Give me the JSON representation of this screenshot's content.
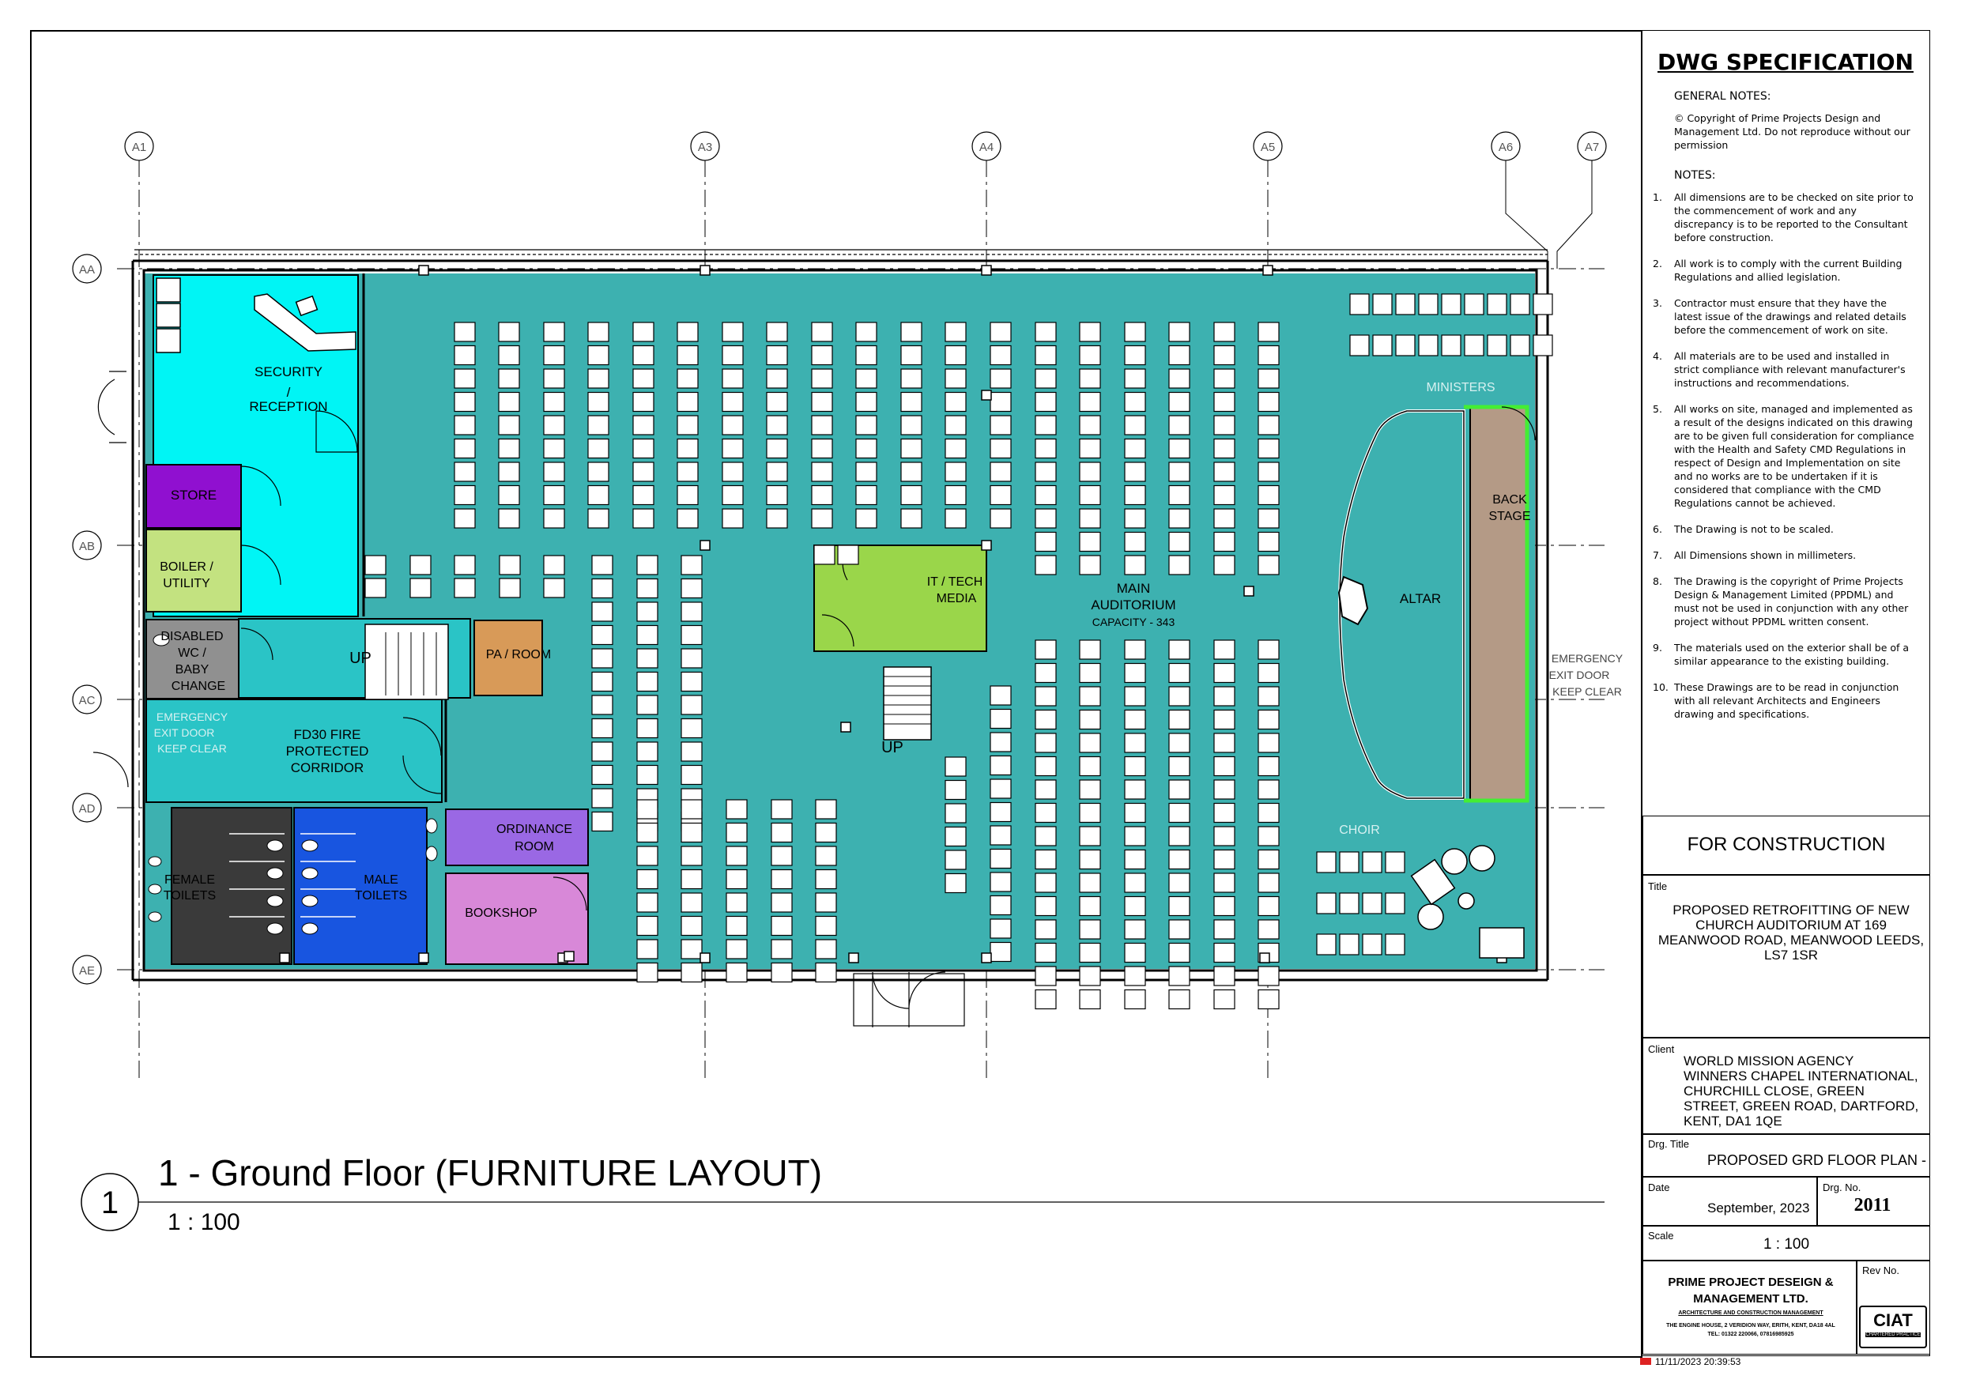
{
  "colors": {
    "auditorium": "#3db1b0",
    "reception": "#00f5f5",
    "store": "#9010d0",
    "boiler": "#c3e280",
    "disabled_wc": "#909090",
    "pa_room": "#d89a58",
    "corridor": "#2ac4c6",
    "female_toilets": "#3a3a3a",
    "male_toilets": "#1855e0",
    "ordinance": "#9a68e4",
    "bookshop": "#d888d8",
    "tech_media": "#9ad64a",
    "back_stage": "#b49a86",
    "highlight_green": "#44ee33"
  },
  "gridlines": {
    "vertical": [
      "A1",
      "A3",
      "A4",
      "A5",
      "A6",
      "A7"
    ],
    "horizontal": [
      "AA",
      "AB",
      "AC",
      "AD",
      "AE"
    ]
  },
  "rooms": {
    "security": "SECURITY",
    "slash": "/",
    "reception": "RECEPTION",
    "store": "STORE",
    "boiler_1": "BOILER /",
    "boiler_2": "UTILITY",
    "disabled_1": "DISABLED",
    "disabled_2": "WC /",
    "disabled_3": "BABY",
    "disabled_4": "CHANGE",
    "pa_room": "PA / ROOM",
    "fd30_1": "FD30 FIRE",
    "fd30_2": "PROTECTED",
    "fd30_3": "CORRIDOR",
    "female_1": "FEMALE",
    "female_2": "TOILETS",
    "male_1": "MALE",
    "male_2": "TOILETS",
    "ordinance_1": "ORDINANCE",
    "ordinance_2": "ROOM",
    "bookshop": "BOOKSHOP",
    "tech_1": "IT / TECH",
    "tech_2": "MEDIA",
    "main_1": "MAIN",
    "main_2": "AUDITORIUM",
    "capacity": "CAPACITY - 343",
    "altar": "ALTAR",
    "back_1": "BACK",
    "back_2": "STAGE",
    "ministers": "MINISTERS",
    "choir": "CHOIR",
    "emergency_left_1": "EMERGENCY",
    "emergency_left_2": "EXIT DOOR",
    "emergency_left_3": "KEEP CLEAR",
    "emergency_right_1": "EMERGENCY",
    "emergency_right_2": "EXIT DOOR",
    "emergency_right_3": "KEEP CLEAR",
    "up_1": "UP",
    "up_2": "UP"
  },
  "drawing": {
    "view_number": "1",
    "view_title": "1 - Ground Floor (FURNITURE LAYOUT)",
    "view_scale": "1 : 100"
  },
  "spec": {
    "title": "DWG SPECIFICATION",
    "general_heading": "GENERAL NOTES:",
    "general_text": "© Copyright of Prime Projects Design and Management Ltd. Do not reproduce without our permission",
    "notes_heading": "NOTES:",
    "notes": [
      {
        "num": "1.",
        "text": "All dimensions are to be checked on      site prior to the commencement of      work and any discrepancy is to be reported to the Consultant before construction."
      },
      {
        "num": "2.",
        "text": "All work is to comply with the current   Building Regulations and allied legislation."
      },
      {
        "num": "3.",
        "text": "Contractor must ensure that they have the latest issue of the drawings and related details before the commencement of work on site."
      },
      {
        "num": "4.",
        "text": "All materials are to be used and installed in strict compliance with relevant manufacturer's instructions and recommendations."
      },
      {
        "num": "5.",
        "text": "All works on site, managed and implemented as a result of the designs indicated on this drawing are to be given full consideration for compliance with the Health and Safety CMD Regulations in respect of Design and Implementation on site and no works are to be undertaken if it is considered that compliance with the CMD Regulations cannot be achieved."
      },
      {
        "num": "6.",
        "text": "The Drawing is not to be scaled."
      },
      {
        "num": "7.",
        "text": "All Dimensions shown in millimeters."
      },
      {
        "num": "8.",
        "text": "The Drawing is the copyright of Prime Projects Design & Management Limited (PPDML) and must not be used in conjunction with any other project without PPDML written consent."
      },
      {
        "num": "9.",
        "text": "The materials used on the exterior shall be of a similar appearance to the existing building."
      },
      {
        "num": "10.",
        "text": "These Drawings are to be read in conjunction with all relevant Architects and Engineers drawing and specifications."
      }
    ]
  },
  "titleblock": {
    "status": "FOR CONSTRUCTION",
    "title_label": "Title",
    "title_text": "PROPOSED RETROFITTING OF NEW CHURCH AUDITORIUM AT 169 MEANWOOD ROAD, MEANWOOD LEEDS, LS7 1SR",
    "client_label": "Client",
    "client_text": "WORLD MISSION AGENCY WINNERS CHAPEL INTERNATIONAL, CHURCHILL CLOSE, GREEN STREET, GREEN ROAD, DARTFORD, KENT, DA1 1QE",
    "drg_title_label": "Drg. Title",
    "drg_title": "PROPOSED GRD FLOOR PLAN - FL",
    "date_label": "Date",
    "date": "September, 2023",
    "drg_no_label": "Drg. No.",
    "drg_no": "2011",
    "scale_label": "Scale",
    "scale": "1 : 100",
    "company_1": "PRIME PROJECT DESEIGN &",
    "company_2": "MANAGEMENT LTD.",
    "company_sub": "ARCHITECTURE AND CONSTRUCTION MANAGEMENT",
    "company_addr": "THE ENGINE HOUSE, 2 VERIDION WAY, ERITH, KENT, DA18 4AL",
    "company_tel": "TEL: 01322 220066, 07816985925",
    "rev_label": "Rev No.",
    "ciat": "CIAT",
    "ciat_sub": "CHARTERED PRACTICE",
    "timestamp": "11/11/2023 20:39:53"
  }
}
